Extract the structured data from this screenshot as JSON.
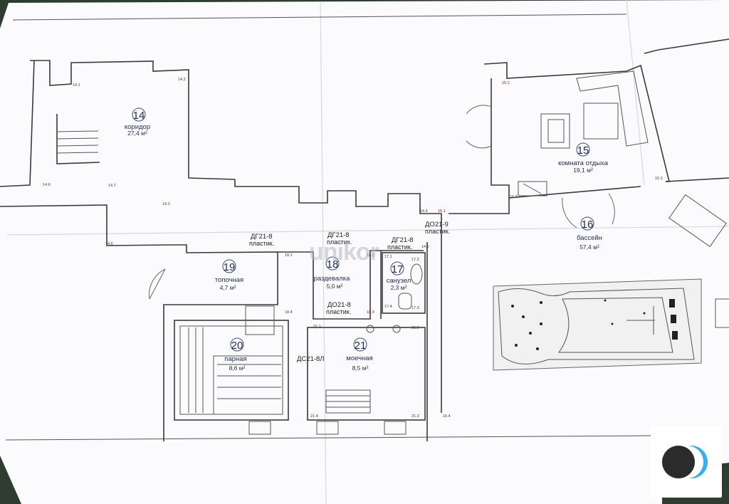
{
  "rooms": [
    {
      "num": "14",
      "name": "коридор",
      "area": "27,4 м²"
    },
    {
      "num": "15",
      "name": "комната отдыха",
      "area": "19,1 м²"
    },
    {
      "num": "16",
      "name": "бассейн",
      "area": "57,4 м²"
    },
    {
      "num": "17",
      "name": "санузел",
      "area": "2,3 м²"
    },
    {
      "num": "18",
      "name": "раздевалка",
      "area": "5,0 м²"
    },
    {
      "num": "19",
      "name": "топочная",
      "area": "4,7 м²"
    },
    {
      "num": "20",
      "name": "парная",
      "area": "8,6 м²"
    },
    {
      "num": "21",
      "name": "моечная",
      "area": "8,5 м²"
    }
  ],
  "doors": [
    {
      "code": "ДГ21-8",
      "material": "пластик."
    },
    {
      "code": "ДГ21-8",
      "material": "пластик."
    },
    {
      "code": "ДГ21-8",
      "material": "пластик."
    },
    {
      "code": "ДО21-9",
      "material": "пластик."
    },
    {
      "code": "ДО21-8",
      "material": "пластик."
    },
    {
      "code": "ДС21-8Л",
      "material": ""
    }
  ],
  "dimension_marks": [
    "14.1",
    "14.2",
    "14.6",
    "14.7",
    "14.3",
    "14.6",
    "14.4",
    "14.5",
    "16.1",
    "15.1",
    "15.3",
    "16.4",
    "18.1",
    "18.4",
    "18.2",
    "18.3",
    "17.1",
    "17.2",
    "17.3",
    "17.4",
    "21.1",
    "21.2",
    "21.3",
    "21.4",
    "16.4"
  ],
  "watermark": "unikor",
  "logo": {
    "icon": "brand-circles-icon",
    "colors": [
      "#2b2b2b",
      "#2fb0f0"
    ]
  }
}
